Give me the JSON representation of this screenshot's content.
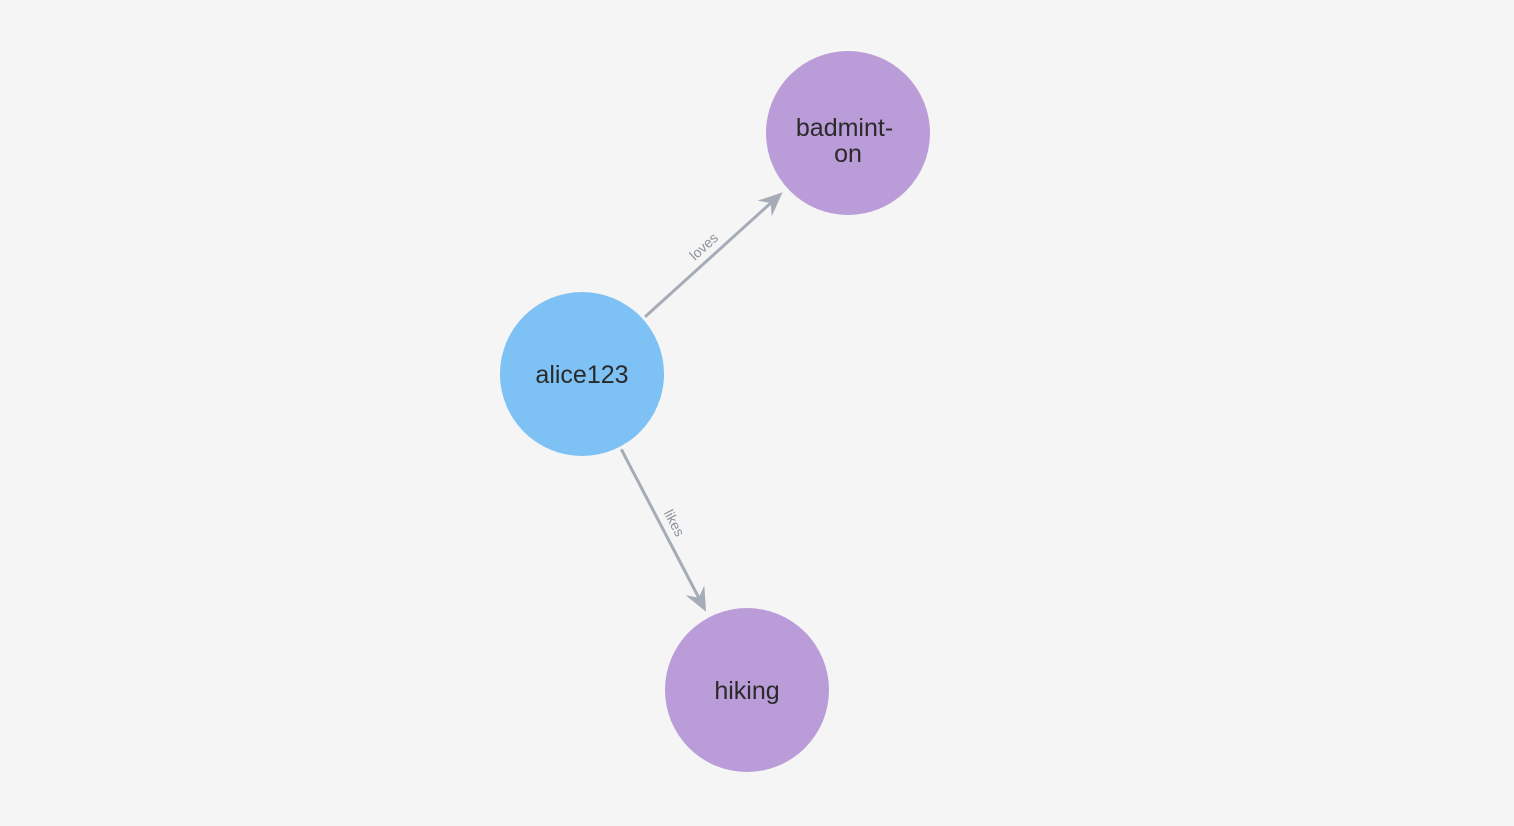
{
  "canvas": {
    "background": "#f4f5f4"
  },
  "graph": {
    "node_label_color": "#2a2a2a",
    "edge_style": {
      "color": "#a6acb7",
      "label_color": "#8c929c"
    },
    "nodes": [
      {
        "label": "alice123",
        "color": "#7dc1f5"
      },
      {
        "label": "badminton",
        "label_lines": [
          "badmint-",
          "on"
        ],
        "color": "#b99cd8"
      },
      {
        "label": "hiking",
        "color": "#b99cd8"
      }
    ],
    "edges": [
      {
        "source": "alice123",
        "target": "badminton",
        "label": "loves"
      },
      {
        "source": "alice123",
        "target": "hiking",
        "label": "likes"
      }
    ]
  }
}
